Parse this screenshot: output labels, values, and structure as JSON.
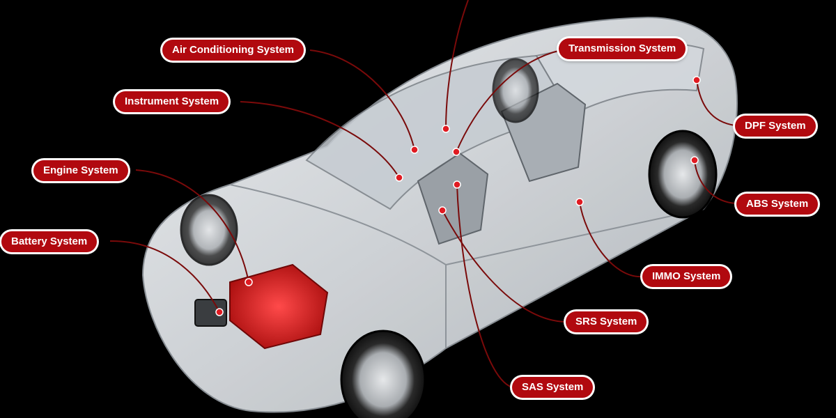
{
  "colors": {
    "background": "#000000",
    "label_fill": "#b1090f",
    "label_text": "#ffffff",
    "leader_line": "#7a0a0a",
    "marker": "#e01b22",
    "car_body": "#e9ecef"
  },
  "labels": [
    {
      "id": "air-conditioning",
      "text": "Air Conditioning System"
    },
    {
      "id": "transmission",
      "text": "Transmission System"
    },
    {
      "id": "instrument",
      "text": "Instrument System"
    },
    {
      "id": "dpf",
      "text": "DPF System"
    },
    {
      "id": "engine",
      "text": "Engine System"
    },
    {
      "id": "abs",
      "text": "ABS System"
    },
    {
      "id": "battery",
      "text": "Battery System"
    },
    {
      "id": "immo",
      "text": "IMMO System"
    },
    {
      "id": "srs",
      "text": "SRS System"
    },
    {
      "id": "sas",
      "text": "SAS System"
    }
  ]
}
